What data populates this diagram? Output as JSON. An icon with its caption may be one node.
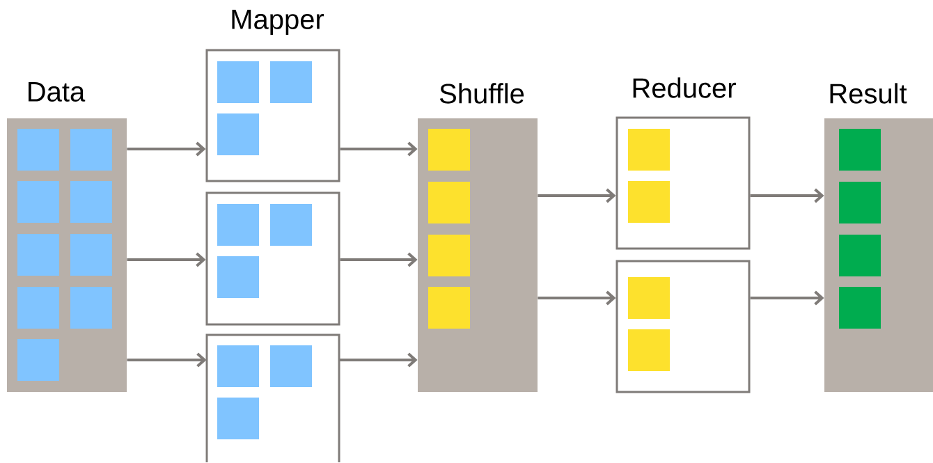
{
  "diagram": {
    "nodes": [
      {
        "text": [
          "Data"
        ]
      },
      {
        "text": [
          "Mapper"
        ]
      },
      {
        "text": [],
        "shape": "box"
      },
      {
        "text": [],
        "shape": "box"
      },
      {
        "text": [
          "Shuffle"
        ]
      },
      {
        "text": [
          "Reducer"
        ]
      },
      {
        "text": [],
        "shape": "box"
      },
      {
        "text": [
          "Result"
        ]
      }
    ],
    "edges": [
      {
        "from": 0,
        "to": 1,
        "arrow": "to"
      },
      {
        "from": 0,
        "to": 2,
        "arrow": "to"
      },
      {
        "from": 0,
        "to": 3,
        "arrow": "to"
      },
      {
        "from": 1,
        "to": 4,
        "arrow": "to"
      },
      {
        "from": 2,
        "to": 4,
        "arrow": "to"
      },
      {
        "from": 3,
        "to": 4,
        "arrow": "to"
      },
      {
        "from": 4,
        "to": 5,
        "arrow": "to"
      },
      {
        "from": 4,
        "to": 6,
        "arrow": "to"
      },
      {
        "from": 5,
        "to": 7,
        "arrow": "to"
      },
      {
        "from": 6,
        "to": 7,
        "arrow": "to"
      }
    ]
  }
}
